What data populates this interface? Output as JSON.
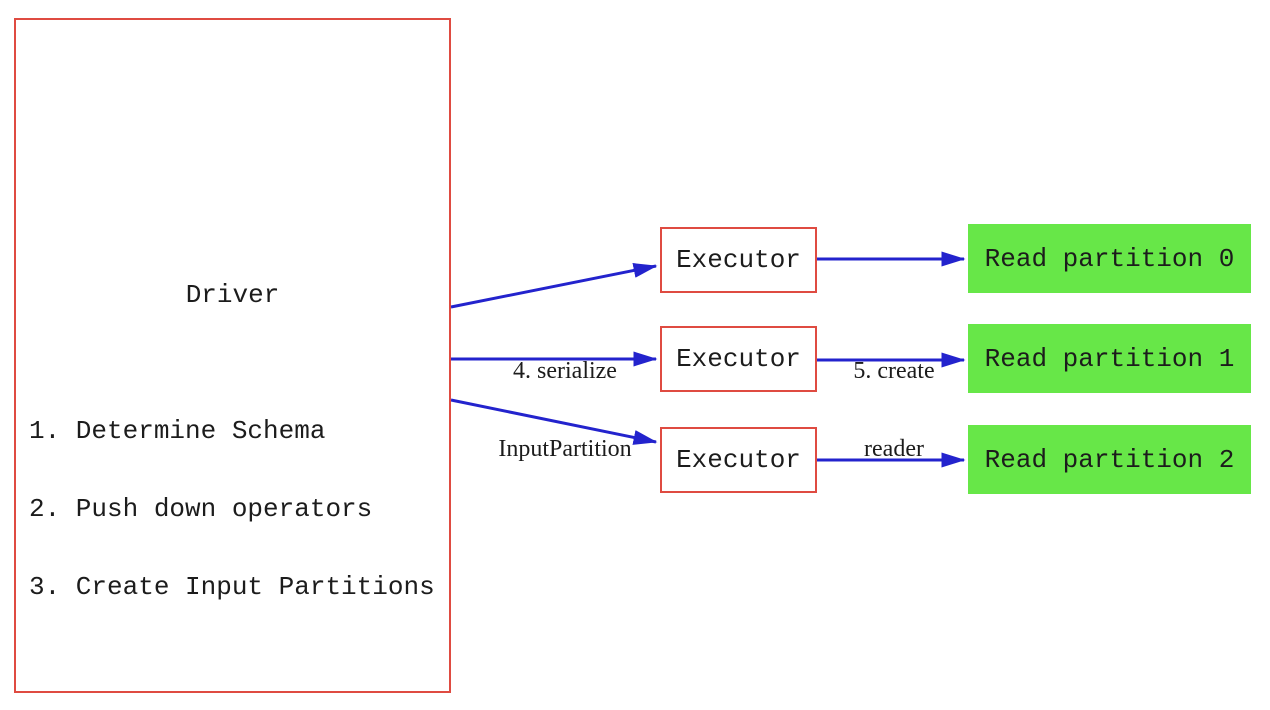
{
  "diagram": {
    "title_hint": "Spark DataSource V2 read path: Driver, Executors, Read partitions",
    "driver": {
      "title": "Driver",
      "steps": [
        "1. Determine Schema",
        "2. Push down operators",
        "3. Create Input Partitions"
      ]
    },
    "executors": [
      {
        "label": "Executor"
      },
      {
        "label": "Executor"
      },
      {
        "label": "Executor"
      }
    ],
    "read_partitions": [
      {
        "label": "Read partition 0"
      },
      {
        "label": "Read partition 1"
      },
      {
        "label": "Read partition 2"
      }
    ],
    "edge_labels": {
      "serialize": {
        "line1": "4. serialize",
        "line2": "InputPartition"
      },
      "create_reader": {
        "line1": "5. create",
        "line2": "reader"
      }
    },
    "colors": {
      "box_border_red": "#df4b41",
      "partition_green": "#67e748",
      "arrow_blue": "#2323cd",
      "text_black": "#1c1c1c",
      "background": "#ffffff"
    }
  }
}
